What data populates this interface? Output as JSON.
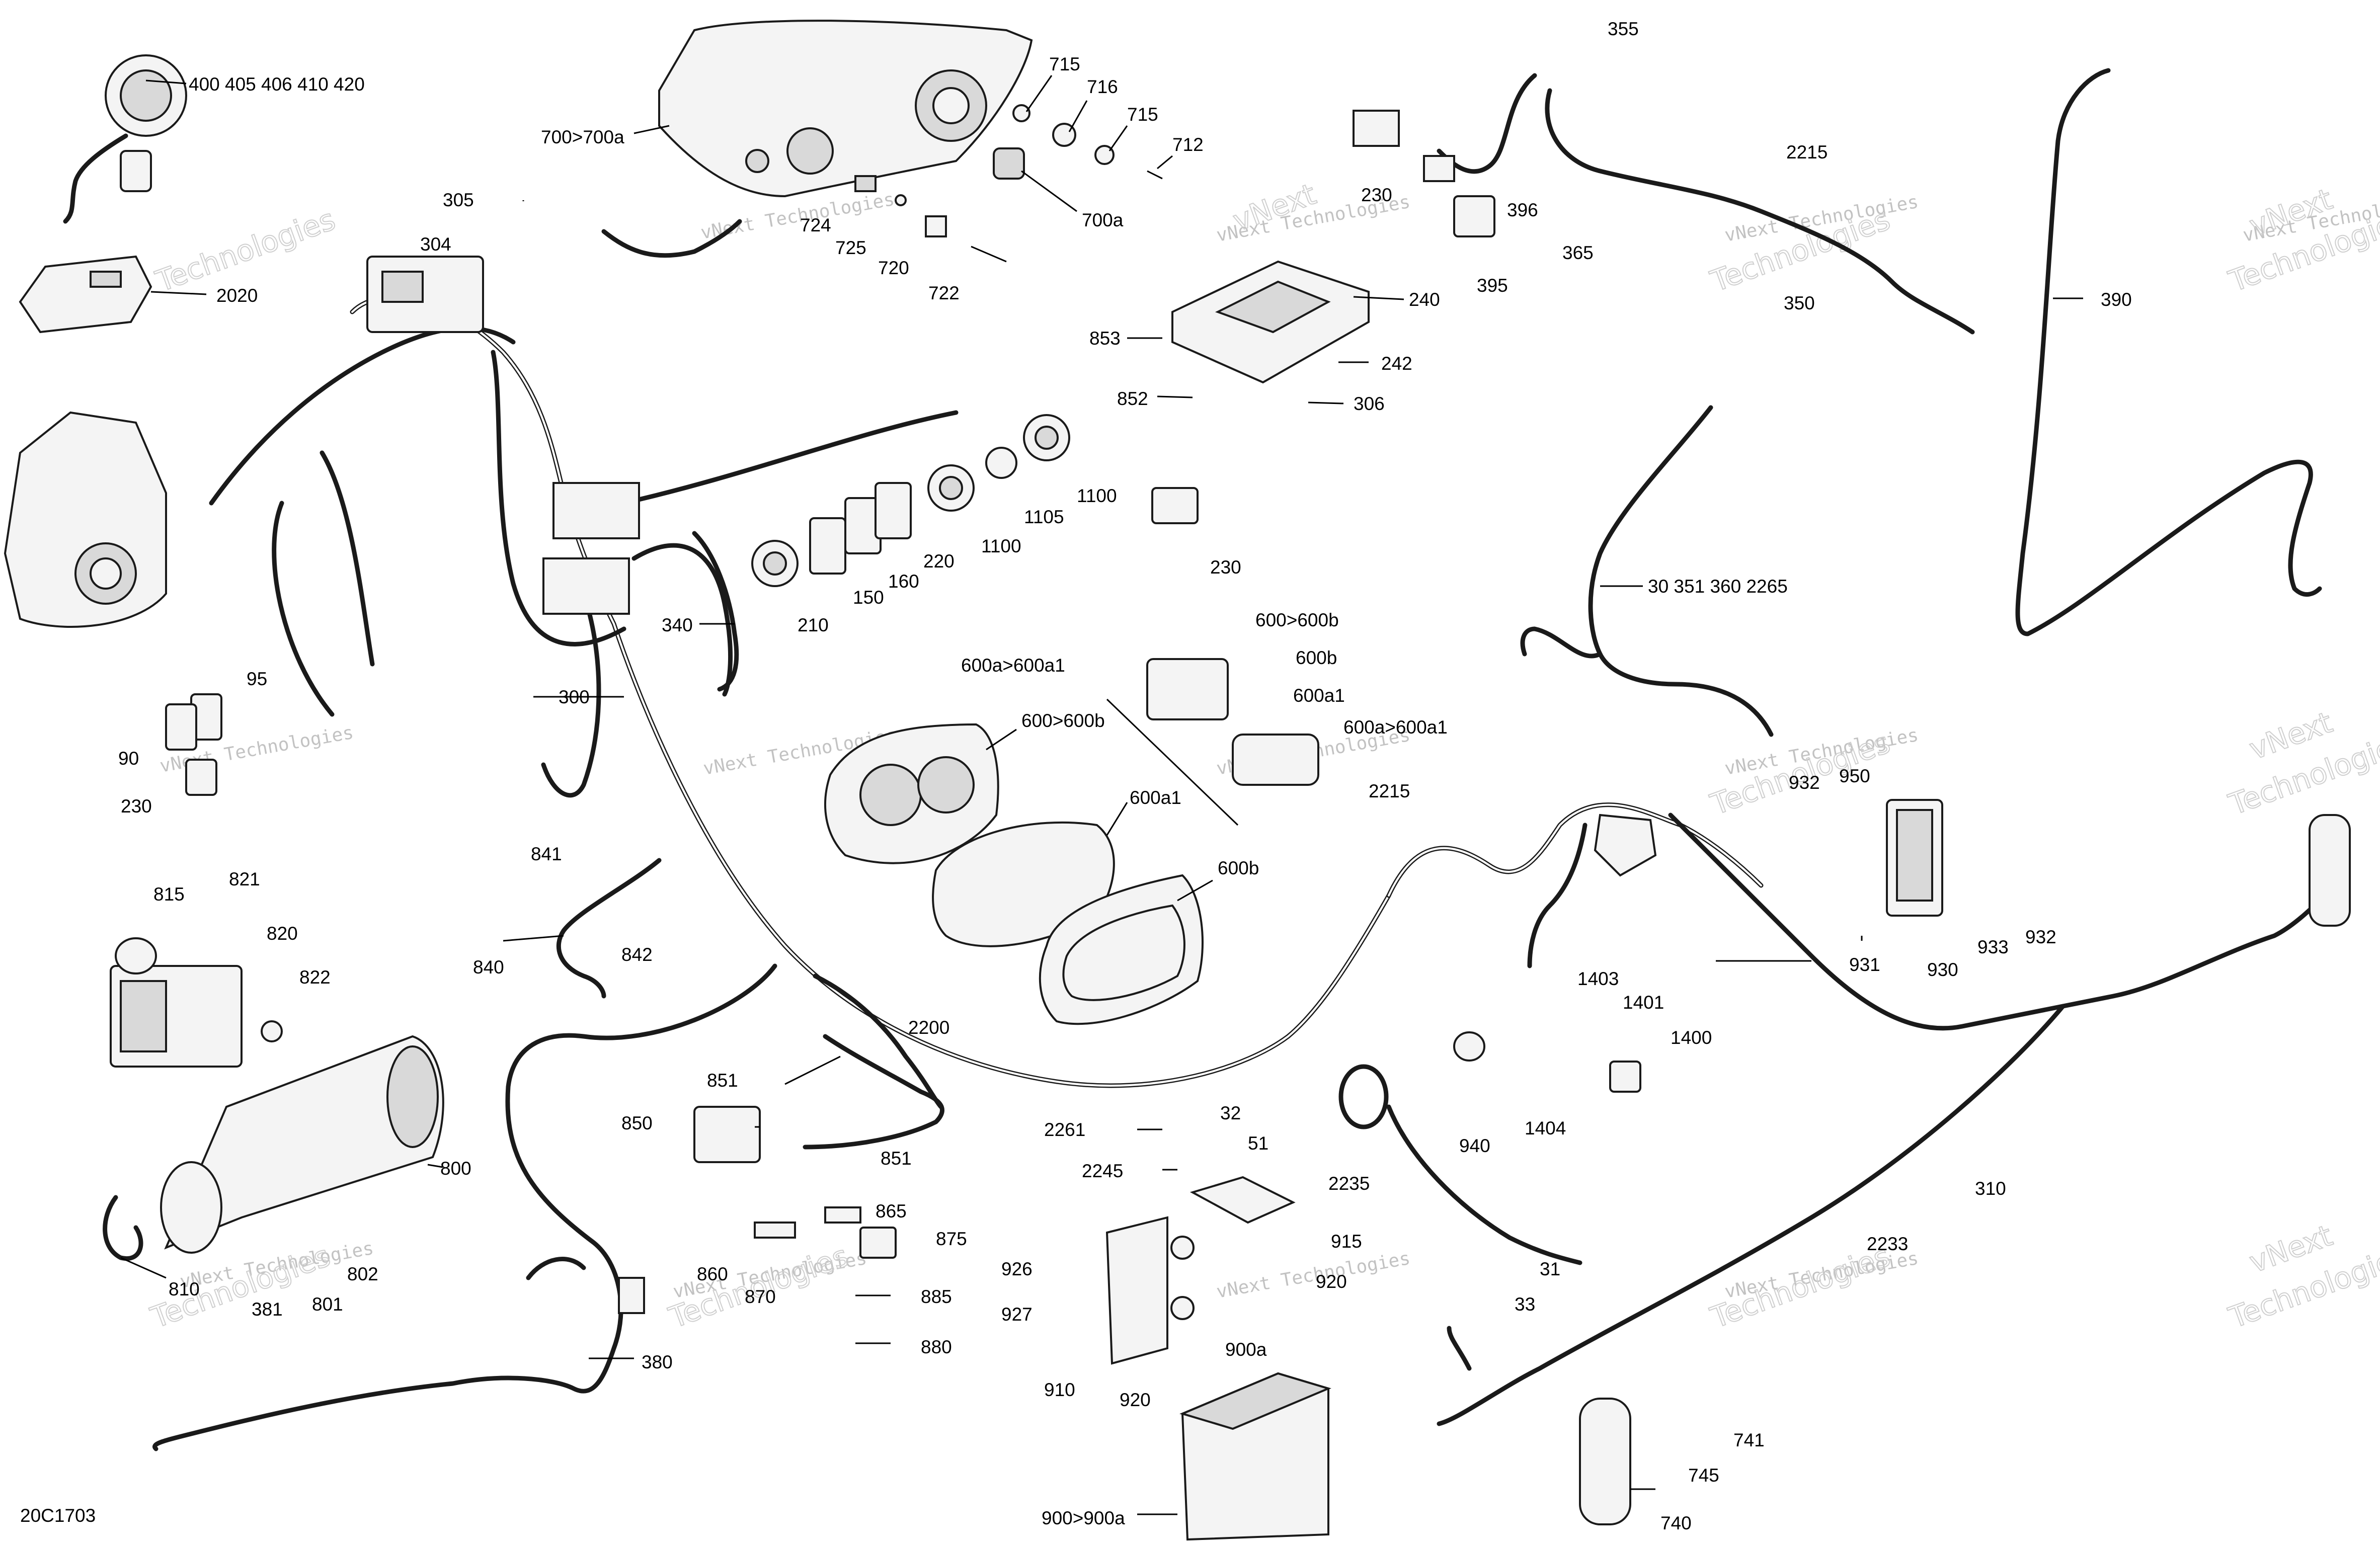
{
  "diagram": {
    "document_id": "20C1703",
    "watermark": {
      "line1": "vNext Technologies",
      "line2": "Technologies",
      "line3": "vNext"
    },
    "callouts": [
      {
        "id": "c-400",
        "text": "400 405 406 410 420"
      },
      {
        "id": "c-700-700a",
        "text": "700>700a"
      },
      {
        "id": "c-715a",
        "text": "715"
      },
      {
        "id": "c-716",
        "text": "716"
      },
      {
        "id": "c-715b",
        "text": "715"
      },
      {
        "id": "c-712",
        "text": "712"
      },
      {
        "id": "c-700a",
        "text": "700a"
      },
      {
        "id": "c-724",
        "text": "724"
      },
      {
        "id": "c-725",
        "text": "725"
      },
      {
        "id": "c-720",
        "text": "720"
      },
      {
        "id": "c-722",
        "text": "722"
      },
      {
        "id": "c-305",
        "text": "305"
      },
      {
        "id": "c-304",
        "text": "304"
      },
      {
        "id": "c-2020",
        "text": "2020"
      },
      {
        "id": "c-355",
        "text": "355"
      },
      {
        "id": "c-230a",
        "text": "230"
      },
      {
        "id": "c-396",
        "text": "396"
      },
      {
        "id": "c-395",
        "text": "395"
      },
      {
        "id": "c-365",
        "text": "365"
      },
      {
        "id": "c-2215a",
        "text": "2215"
      },
      {
        "id": "c-350",
        "text": "350"
      },
      {
        "id": "c-390",
        "text": "390"
      },
      {
        "id": "c-240",
        "text": "240"
      },
      {
        "id": "c-853",
        "text": "853"
      },
      {
        "id": "c-242",
        "text": "242"
      },
      {
        "id": "c-852",
        "text": "852"
      },
      {
        "id": "c-306",
        "text": "306"
      },
      {
        "id": "c-1100a",
        "text": "1100"
      },
      {
        "id": "c-1105",
        "text": "1105"
      },
      {
        "id": "c-1100b",
        "text": "1100"
      },
      {
        "id": "c-220",
        "text": "220"
      },
      {
        "id": "c-160",
        "text": "160"
      },
      {
        "id": "c-150",
        "text": "150"
      },
      {
        "id": "c-210",
        "text": "210"
      },
      {
        "id": "c-230b",
        "text": "230"
      },
      {
        "id": "c-340",
        "text": "340"
      },
      {
        "id": "c-30",
        "text": "30 351 360 2265"
      },
      {
        "id": "c-600-600b-a",
        "text": "600>600b"
      },
      {
        "id": "c-600b",
        "text": "600b"
      },
      {
        "id": "c-600a1",
        "text": "600a1"
      },
      {
        "id": "c-600a-600a1-r",
        "text": "600a>600a1"
      },
      {
        "id": "c-600a-600a1-l",
        "text": "600a>600a1"
      },
      {
        "id": "c-600-600b-b",
        "text": "600>600b"
      },
      {
        "id": "c-600a1-b",
        "text": "600a1"
      },
      {
        "id": "c-600b-b",
        "text": "600b"
      },
      {
        "id": "c-95",
        "text": "95"
      },
      {
        "id": "c-90",
        "text": "90"
      },
      {
        "id": "c-230c",
        "text": "230"
      },
      {
        "id": "c-300",
        "text": "300"
      },
      {
        "id": "c-2215b",
        "text": "2215"
      },
      {
        "id": "c-932a",
        "text": "932"
      },
      {
        "id": "c-950",
        "text": "950"
      },
      {
        "id": "c-931",
        "text": "931"
      },
      {
        "id": "c-930",
        "text": "930"
      },
      {
        "id": "c-933",
        "text": "933"
      },
      {
        "id": "c-932b",
        "text": "932"
      },
      {
        "id": "c-841",
        "text": "841"
      },
      {
        "id": "c-840",
        "text": "840"
      },
      {
        "id": "c-842",
        "text": "842"
      },
      {
        "id": "c-815",
        "text": "815"
      },
      {
        "id": "c-821",
        "text": "821"
      },
      {
        "id": "c-820",
        "text": "820"
      },
      {
        "id": "c-822",
        "text": "822"
      },
      {
        "id": "c-800",
        "text": "800"
      },
      {
        "id": "c-802",
        "text": "802"
      },
      {
        "id": "c-810",
        "text": "810"
      },
      {
        "id": "c-381",
        "text": "381"
      },
      {
        "id": "c-801",
        "text": "801"
      },
      {
        "id": "c-1403",
        "text": "1403"
      },
      {
        "id": "c-1401",
        "text": "1401"
      },
      {
        "id": "c-1400",
        "text": "1400"
      },
      {
        "id": "c-1404",
        "text": "1404"
      },
      {
        "id": "c-940",
        "text": "940"
      },
      {
        "id": "c-2200",
        "text": "2200"
      },
      {
        "id": "c-851a",
        "text": "851"
      },
      {
        "id": "c-850",
        "text": "850"
      },
      {
        "id": "c-851b",
        "text": "851"
      },
      {
        "id": "c-865",
        "text": "865"
      },
      {
        "id": "c-875",
        "text": "875"
      },
      {
        "id": "c-860",
        "text": "860"
      },
      {
        "id": "c-870",
        "text": "870"
      },
      {
        "id": "c-885",
        "text": "885"
      },
      {
        "id": "c-880",
        "text": "880"
      },
      {
        "id": "c-380",
        "text": "380"
      },
      {
        "id": "c-2261",
        "text": "2261"
      },
      {
        "id": "c-2245",
        "text": "2245"
      },
      {
        "id": "c-32",
        "text": "32"
      },
      {
        "id": "c-51",
        "text": "51"
      },
      {
        "id": "c-2235",
        "text": "2235"
      },
      {
        "id": "c-31",
        "text": "31"
      },
      {
        "id": "c-33",
        "text": "33"
      },
      {
        "id": "c-310",
        "text": "310"
      },
      {
        "id": "c-2233",
        "text": "2233"
      },
      {
        "id": "c-926",
        "text": "926"
      },
      {
        "id": "c-927",
        "text": "927"
      },
      {
        "id": "c-910",
        "text": "910"
      },
      {
        "id": "c-920a",
        "text": "920"
      },
      {
        "id": "c-915",
        "text": "915"
      },
      {
        "id": "c-920b",
        "text": "920"
      },
      {
        "id": "c-900a",
        "text": "900a"
      },
      {
        "id": "c-900-900a",
        "text": "900>900a"
      },
      {
        "id": "c-741",
        "text": "741"
      },
      {
        "id": "c-745",
        "text": "745"
      },
      {
        "id": "c-740",
        "text": "740"
      }
    ]
  }
}
